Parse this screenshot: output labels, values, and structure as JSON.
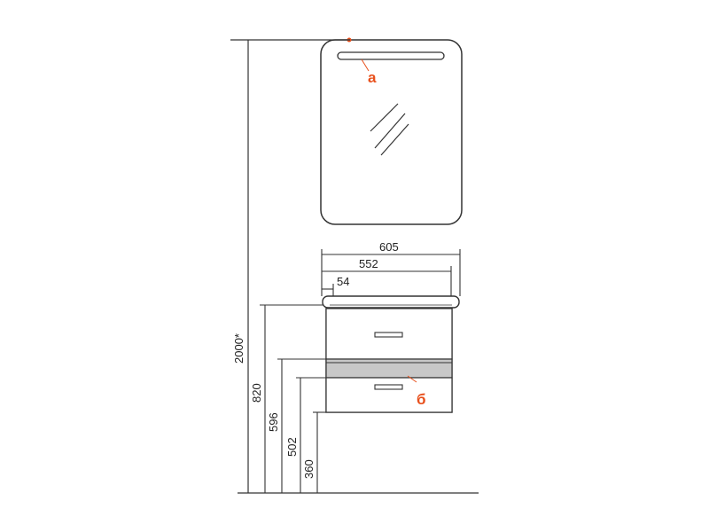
{
  "diagram": {
    "dimensions": {
      "total_height": "2000*",
      "top_of_basin": "820",
      "bottom_of_cabinet": "596",
      "lower_line": "502",
      "lowest_line": "360",
      "overall_width": "605",
      "cabinet_width": "552",
      "offset": "54"
    },
    "markers": {
      "a": "а",
      "b": "б"
    },
    "colors": {
      "line": "#333333",
      "accent": "#e8501c",
      "panel_fill": "#c8c8c8"
    }
  }
}
